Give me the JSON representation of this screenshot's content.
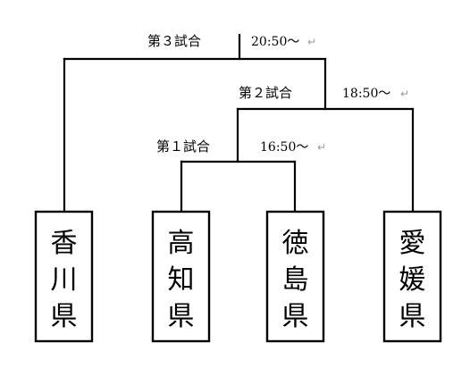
{
  "matches": [
    {
      "label": "第３試合",
      "time": "20:50～",
      "mark": "↵"
    },
    {
      "label": "第２試合",
      "time": "18:50～",
      "mark": "↵"
    },
    {
      "label": "第１試合",
      "time": "16:50～",
      "mark": "↵"
    }
  ],
  "teams": [
    {
      "chars": [
        "香",
        "川",
        "県"
      ]
    },
    {
      "chars": [
        "高",
        "知",
        "県"
      ]
    },
    {
      "chars": [
        "徳",
        "島",
        "県"
      ]
    },
    {
      "chars": [
        "愛",
        "媛",
        "県"
      ]
    }
  ],
  "colors": {
    "line": "#000000",
    "return_mark": "#9a9a9a",
    "background": "#ffffff"
  }
}
